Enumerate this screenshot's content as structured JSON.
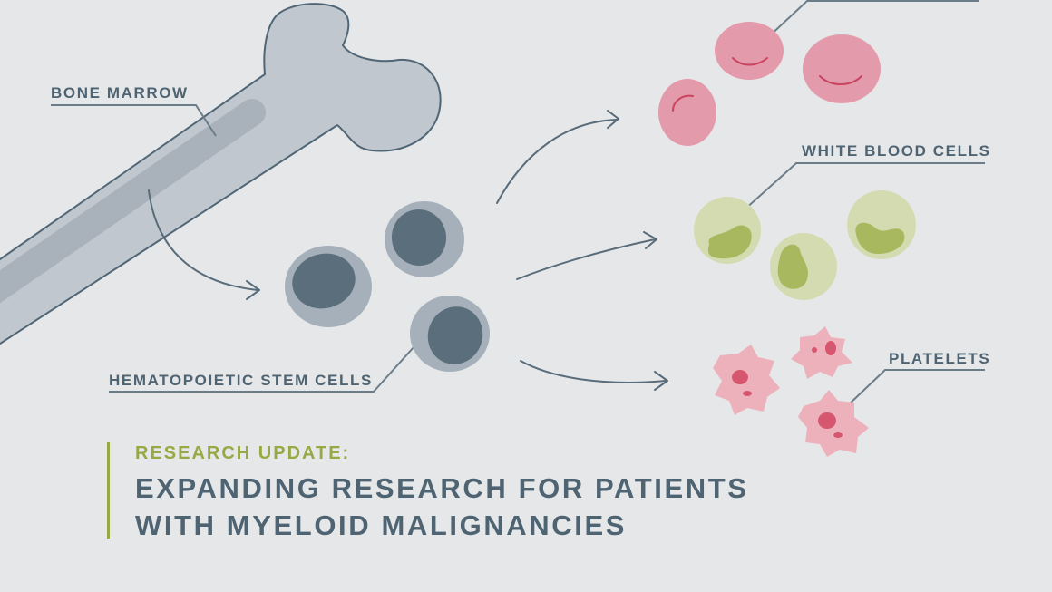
{
  "labels": {
    "bone_marrow": "BONE MARROW",
    "stem_cells": "HEMATOPOIETIC STEM CELLS",
    "white_blood_cells": "WHITE BLOOD CELLS",
    "platelets": "PLATELETS"
  },
  "title": {
    "eyebrow": "RESEARCH UPDATE:",
    "line1": "EXPANDING RESEARCH FOR PATIENTS",
    "line2": "WITH MYELOID MALIGNANCIES"
  },
  "colors": {
    "background": "#e6e7e9",
    "text": "#4f6472",
    "accent": "#98a845",
    "bone": "#c0c7ce",
    "red_cell": "#e39aab",
    "white_cell": "#d4dbb0",
    "white_nucleus": "#a7b85e",
    "platelet": "#edb1bc",
    "platelet_dot": "#d7566f",
    "stem_outer": "#a5b0ba",
    "stem_nucleus": "#5b6e7c"
  }
}
